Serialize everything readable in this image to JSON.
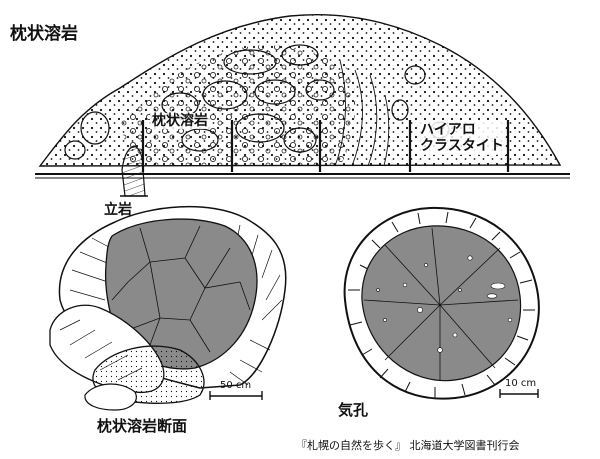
{
  "title": "枕状溶岩",
  "labels": {
    "pillow": "枕状溶岩",
    "hyaloclastite_line1": "ハイアロ",
    "hyaloclastite_line2": "クラスタイト",
    "standing_rock": "立岩",
    "section": "枕状溶岩断面",
    "vesicle": "気孔"
  },
  "scales": {
    "left": "50 cm",
    "right": "10 cm"
  },
  "credit": "『札幌の自然を歩く』 北海道大学図書刊行会",
  "colors": {
    "ink": "#111111",
    "core_fill": "#8a8a8a",
    "paper": "#ffffff"
  }
}
